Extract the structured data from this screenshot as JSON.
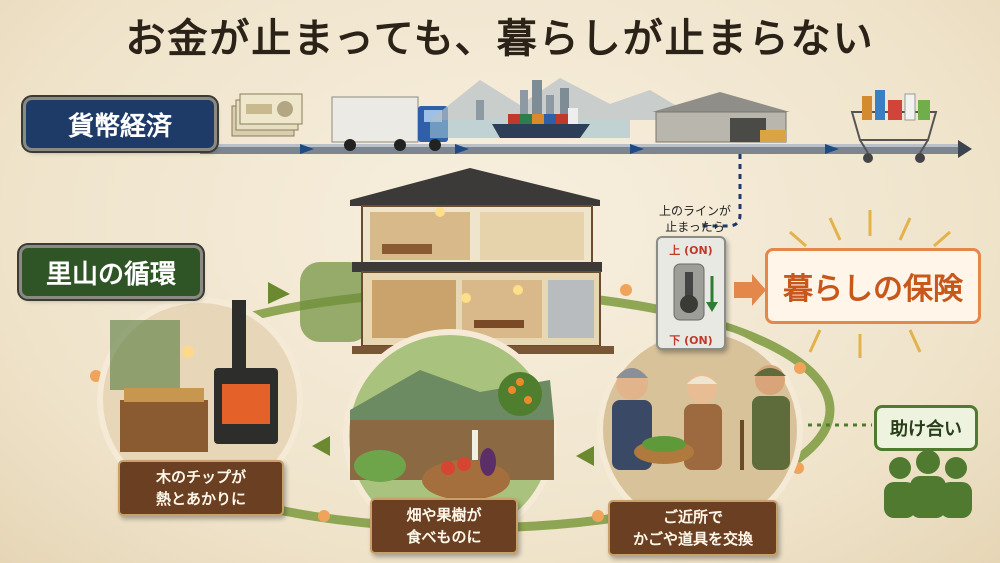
{
  "title": "お金が止まっても、暮らしが止まらない",
  "sections": {
    "money_economy": "貨幣経済",
    "satoyama_cycle": "里山の循環"
  },
  "switch": {
    "note_line1": "上のラインが",
    "note_line2": "止まったら",
    "top_label": "上 (ON)",
    "bottom_label": "下 (ON)"
  },
  "insurance": "暮らしの保険",
  "help": "助け合い",
  "cycle_labels": {
    "wood": {
      "line1": "木のチップが",
      "line2": "熱とあかりに"
    },
    "field": {
      "line1": "畑や果樹が",
      "line2": "食べものに"
    },
    "exchange": {
      "line1": "ご近所で",
      "line2": "かごや道具を交換"
    }
  },
  "colors": {
    "money_plate": "#1e3a66",
    "satoyama_plate": "#2f5426",
    "accent_orange": "#e4874a",
    "cycle_green": "#7c9a3e",
    "label_brown": "#6b3f22"
  },
  "icons": [
    "banknotes-icon",
    "truck-icon",
    "cargo-ship-icon",
    "warehouse-icon",
    "shopping-cart-icon",
    "house-icon",
    "wood-stove-icon",
    "vegetables-icon",
    "villagers-icon",
    "toggle-switch-icon",
    "people-group-icon"
  ]
}
